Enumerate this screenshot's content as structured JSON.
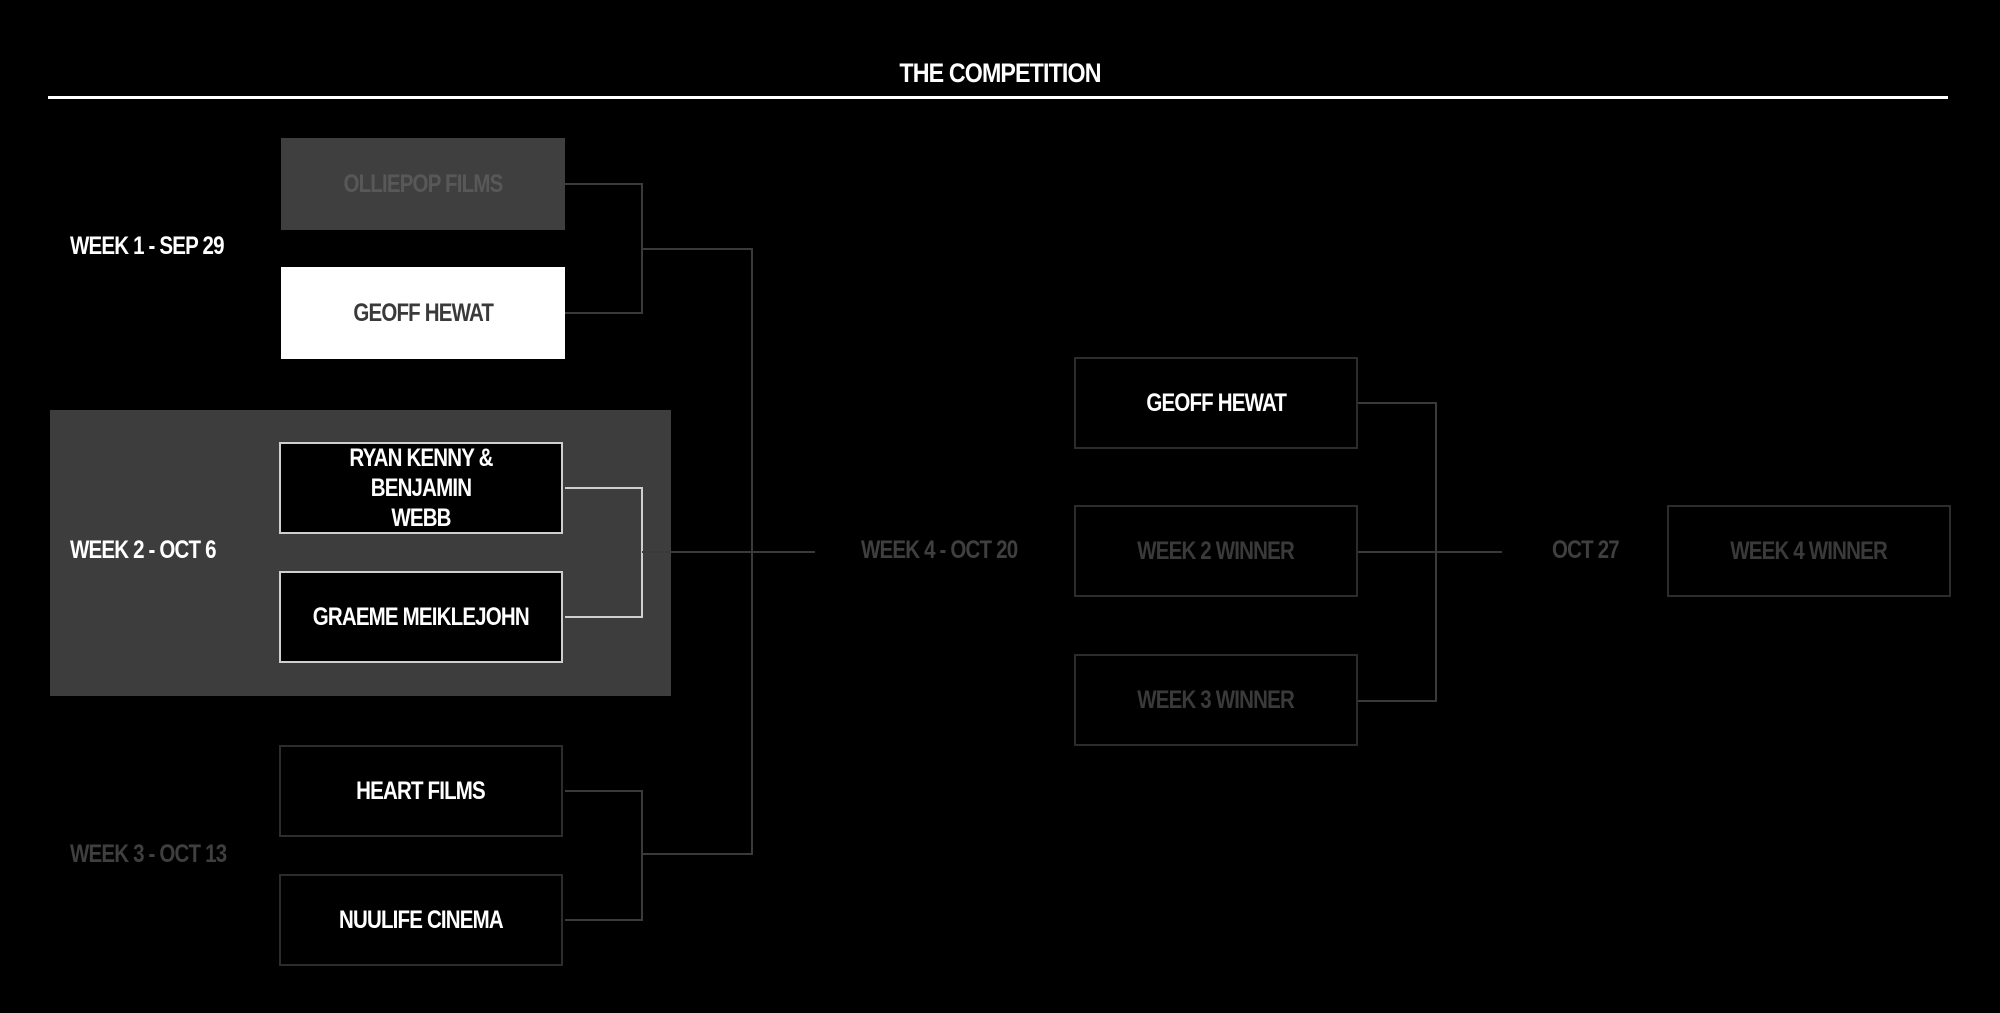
{
  "header": {
    "title": "THE COMPETITION"
  },
  "colors": {
    "background": "#000000",
    "active_week_panel": "#3d3d3d",
    "winner_box": "#ffffff",
    "eliminated_box": "#3f3f3f",
    "connector_line": "#3a3a3a",
    "active_connector_line": "#cfcfcf"
  },
  "rounds": {
    "week1": {
      "label": "WEEK 1 - SEP 29",
      "entrants": [
        "OLLIEPOP FILMS",
        "GEOFF HEWAT"
      ]
    },
    "week2": {
      "label": "WEEK 2 - OCT 6",
      "entrants": [
        "RYAN KENNY & BENJAMIN WEBB",
        "GRAEME MEIKLEJOHN"
      ]
    },
    "week3": {
      "label": "WEEK 3 - OCT 13",
      "entrants": [
        "HEART FILMS",
        "NUULIFE CINEMA"
      ]
    },
    "week4": {
      "label": "WEEK  4 - OCT 20",
      "entrants": [
        "GEOFF HEWAT",
        "WEEK 2 WINNER",
        "WEEK 3 WINNER"
      ]
    },
    "final": {
      "label": "OCT 27",
      "entrants": [
        "WEEK 4 WINNER"
      ]
    }
  }
}
